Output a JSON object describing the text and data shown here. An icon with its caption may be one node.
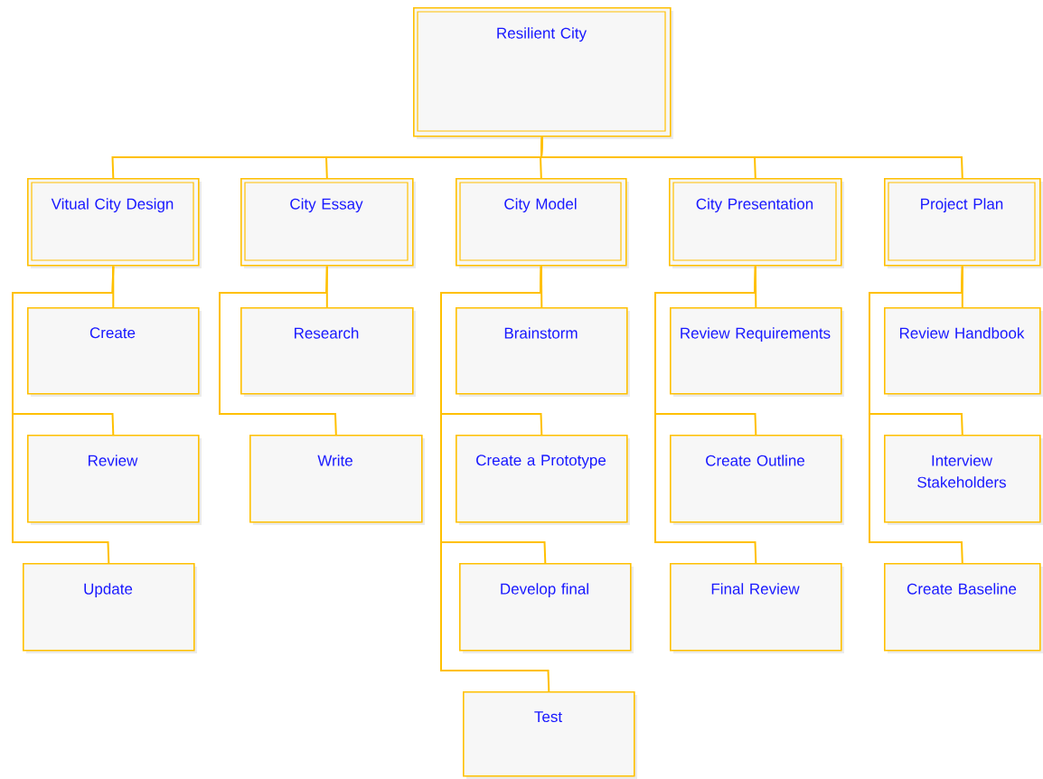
{
  "diagram": {
    "nodes": [
      {
        "text": [
          "Resilient City"
        ]
      },
      {
        "text": [
          "Vitual City Design"
        ]
      },
      {
        "text": [
          "City Essay"
        ]
      },
      {
        "text": [
          "City Model"
        ]
      },
      {
        "text": [
          "City Presentation"
        ]
      },
      {
        "text": [
          "Project Plan"
        ]
      },
      {
        "text": [
          "Create"
        ]
      },
      {
        "text": [
          "Review"
        ]
      },
      {
        "text": [
          "Update"
        ]
      },
      {
        "text": [
          "Research"
        ]
      },
      {
        "text": [
          "Write"
        ]
      },
      {
        "text": [
          "Brainstorm"
        ]
      },
      {
        "text": [
          "Create a Prototype"
        ]
      },
      {
        "text": [
          "Develop final"
        ]
      },
      {
        "text": [
          "Test"
        ]
      },
      {
        "text": [
          "Review Requirements"
        ]
      },
      {
        "text": [
          "Create Outline"
        ]
      },
      {
        "text": [
          "Final Review"
        ]
      },
      {
        "text": [
          "Review Handbook"
        ]
      },
      {
        "text": [
          "Interview Stakeholders"
        ]
      },
      {
        "text": [
          "Create Baseline"
        ]
      }
    ],
    "edges": [
      {
        "from": 0,
        "to": 1,
        "arrow": "none"
      },
      {
        "from": 0,
        "to": 2,
        "arrow": "none"
      },
      {
        "from": 0,
        "to": 3,
        "arrow": "none"
      },
      {
        "from": 0,
        "to": 4,
        "arrow": "none"
      },
      {
        "from": 0,
        "to": 5,
        "arrow": "none"
      },
      {
        "from": 1,
        "to": 6,
        "arrow": "none"
      },
      {
        "from": 1,
        "to": 7,
        "arrow": "none"
      },
      {
        "from": 1,
        "to": 8,
        "arrow": "none"
      },
      {
        "from": 2,
        "to": 9,
        "arrow": "none"
      },
      {
        "from": 2,
        "to": 10,
        "arrow": "none"
      },
      {
        "from": 3,
        "to": 11,
        "arrow": "none"
      },
      {
        "from": 3,
        "to": 12,
        "arrow": "none"
      },
      {
        "from": 3,
        "to": 13,
        "arrow": "none"
      },
      {
        "from": 3,
        "to": 14,
        "arrow": "none"
      },
      {
        "from": 4,
        "to": 15,
        "arrow": "none"
      },
      {
        "from": 4,
        "to": 16,
        "arrow": "none"
      },
      {
        "from": 4,
        "to": 17,
        "arrow": "none"
      },
      {
        "from": 5,
        "to": 18,
        "arrow": "none"
      },
      {
        "from": 5,
        "to": 19,
        "arrow": "none"
      },
      {
        "from": 5,
        "to": 20,
        "arrow": "none"
      }
    ]
  }
}
